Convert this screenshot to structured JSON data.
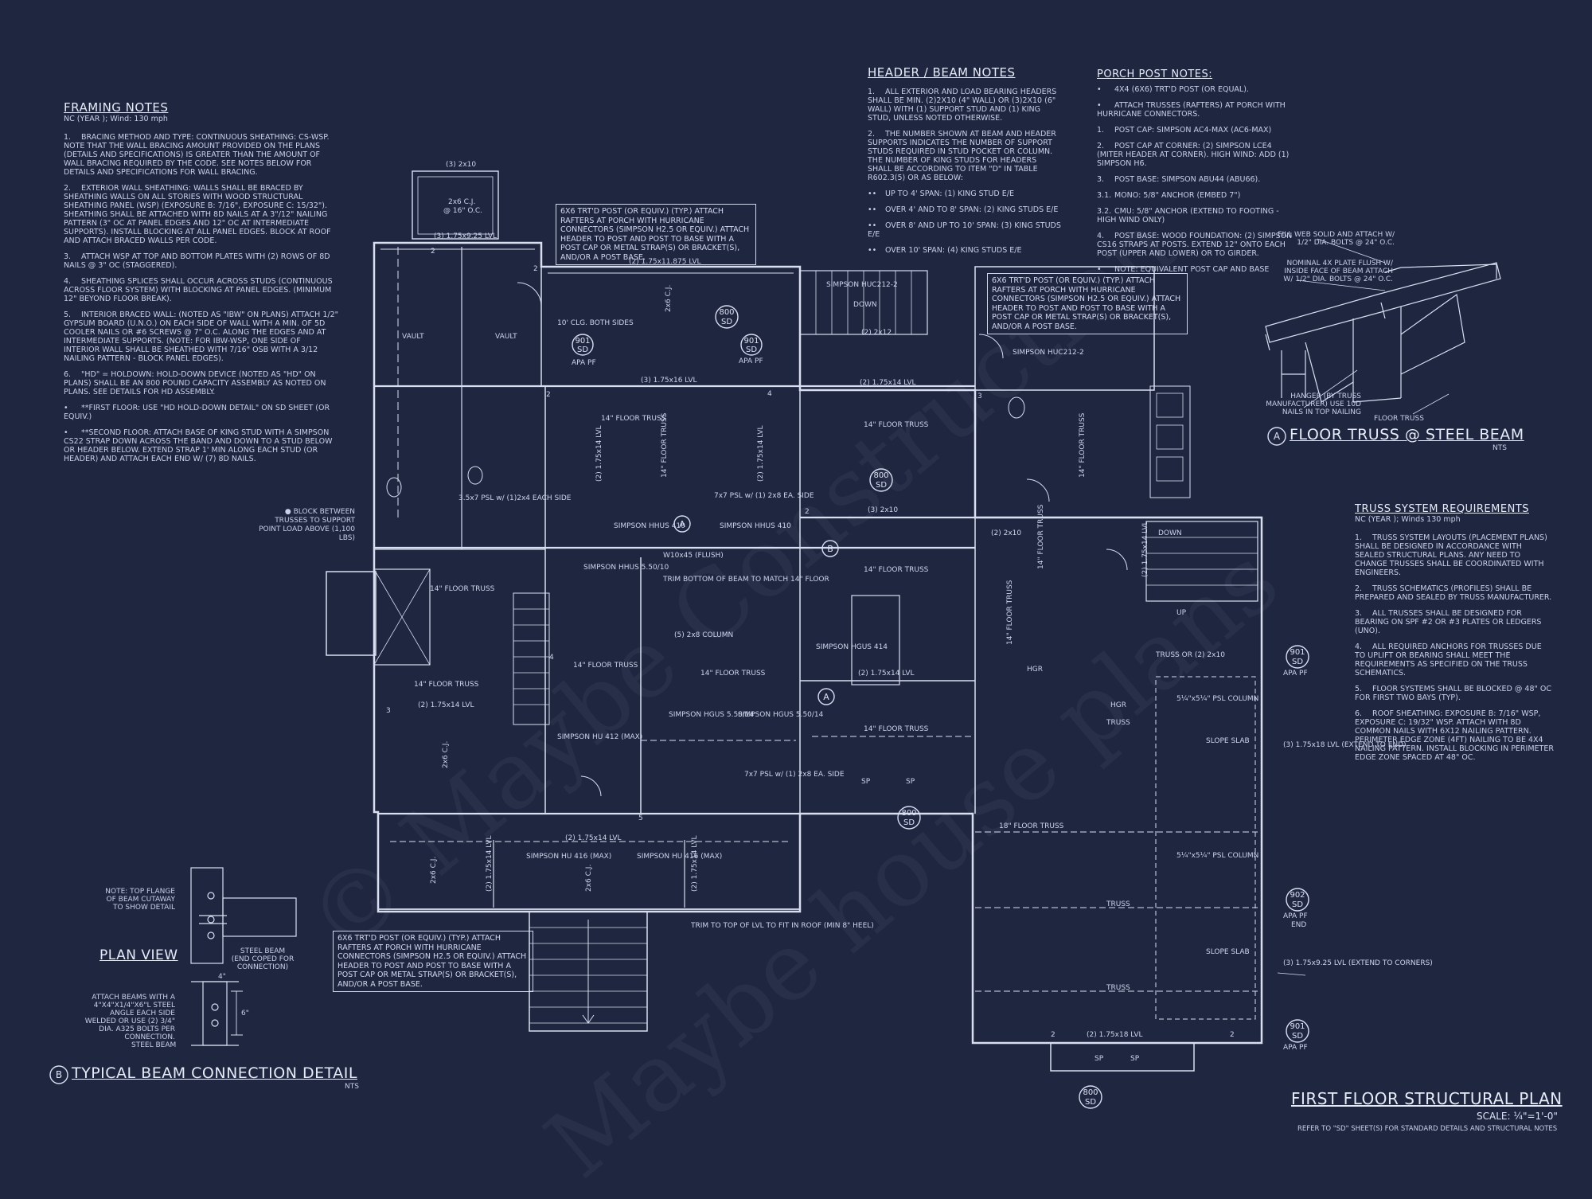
{
  "framing_notes": {
    "title": "FRAMING NOTES",
    "subtitle": "NC (YEAR ); Wind: 130 mph",
    "items": [
      {
        "n": "1.",
        "text": "BRACING METHOD AND TYPE: CONTINUOUS SHEATHING: CS-WSP. NOTE THAT THE WALL BRACING AMOUNT PROVIDED ON THE PLANS (DETAILS AND SPECIFICATIONS) IS GREATER THAN THE AMOUNT OF WALL BRACING REQUIRED BY THE CODE. SEE NOTES BELOW FOR DETAILS AND SPECIFICATIONS FOR WALL BRACING."
      },
      {
        "n": "2.",
        "text": "EXTERIOR WALL SHEATHING: WALLS SHALL BE BRACED BY SHEATHING WALLS ON ALL STORIES WITH WOOD STRUCTURAL SHEATHING PANEL (WSP) (EXPOSURE B: 7/16\", EXPOSURE C: 15/32\"). SHEATHING SHALL BE ATTACHED WITH 8d NAILS AT A 3\"/12\" NAILING PATTERN (3\" OC AT PANEL EDGES AND 12\" OC AT INTERMEDIATE SUPPORTS). INSTALL BLOCKING AT ALL PANEL EDGES. BLOCK AT ROOF AND ATTACH BRACED WALLS PER CODE."
      },
      {
        "n": "3.",
        "text": "ATTACH WSP AT TOP AND BOTTOM PLATES WITH (2) ROWS OF 8d NAILS @ 3\" OC (STAGGERED)."
      },
      {
        "n": "4.",
        "text": "SHEATHING SPLICES SHALL OCCUR ACROSS STUDS (CONTINUOUS ACROSS FLOOR SYSTEM) WITH BLOCKING AT PANEL EDGES. (MINIMUM 12\" BEYOND FLOOR BREAK)."
      },
      {
        "n": "5.",
        "text": "INTERIOR BRACED WALL: (NOTED AS \"IBW\" ON PLANS) ATTACH 1/2\" GYPSUM BOARD (U.N.O.) ON EACH SIDE OF WALL WITH A MIN. OF 5d COOLER NAILS OR #6 SCREWS @ 7\" O.C. ALONG THE EDGES AND AT INTERMEDIATE SUPPORTS. (NOTE: FOR IBW-WSP, ONE SIDE OF INTERIOR WALL SHALL BE SHEATHED WITH 7/16\" OSB WITH A 3/12 NAILING PATTERN - BLOCK PANEL EDGES)."
      },
      {
        "n": "6.",
        "text": "\"HD\" = HOLDOWN: HOLD-DOWN DEVICE (NOTED AS \"HD\" ON PLANS) SHALL BE AN 800 POUND CAPACITY ASSEMBLY AS NOTED ON PLANS. SEE DETAILS FOR HD ASSEMBLY."
      },
      {
        "n": "•",
        "text": "**FIRST FLOOR: USE \"HD HOLD-DOWN DETAIL\" ON SD SHEET (OR EQUIV.)"
      },
      {
        "n": "•",
        "text": "**SECOND FLOOR: ATTACH BASE OF KING STUD WITH A SIMPSON CS22 STRAP DOWN ACROSS THE BAND AND DOWN TO A STUD BELOW OR HEADER BELOW. EXTEND STRAP 1' MIN ALONG EACH STUD (OR HEADER) AND ATTACH EACH END W/ (7) 8d NAILS."
      }
    ]
  },
  "header_notes": {
    "title": "HEADER / BEAM NOTES",
    "items": [
      {
        "n": "1.",
        "text": "ALL EXTERIOR AND LOAD BEARING HEADERS SHALL BE MIN. (2)2x10 (4\" WALL) OR (3)2x10 (6\" WALL) WITH (1) SUPPORT STUD AND (1) KING STUD, UNLESS NOTED OTHERWISE."
      },
      {
        "n": "2.",
        "text": "THE NUMBER SHOWN AT BEAM AND HEADER SUPPORTS INDICATES THE NUMBER OF SUPPORT STUDS REQUIRED IN STUD POCKET OR COLUMN. THE NUMBER OF KING STUDS FOR HEADERS SHALL BE ACCORDING TO ITEM \"d\" IN TABLE R602.3(5) OR AS BELOW:"
      },
      {
        "n": "••",
        "text": "UP TO 4' SPAN: (1) KING STUD E/E"
      },
      {
        "n": "••",
        "text": "OVER 4' AND TO 8' SPAN: (2) KING STUDS E/E"
      },
      {
        "n": "••",
        "text": "OVER 8' AND UP TO 10' SPAN: (3) KING STUDS E/E"
      },
      {
        "n": "••",
        "text": "OVER 10' SPAN: (4) KING STUDS E/E"
      }
    ]
  },
  "porch_notes": {
    "title": "PORCH POST NOTES:",
    "items": [
      {
        "n": "•",
        "text": "4X4 (6x6) TRT'D POST (OR EQUAL)."
      },
      {
        "n": "•",
        "text": "ATTACH TRUSSES (RAFTERS) AT PORCH WITH HURRICANE CONNECTORS."
      },
      {
        "n": "1.",
        "text": "POST CAP: SIMPSON AC4-MAX (AC6-MAX)"
      },
      {
        "n": "2.",
        "text": "POST CAP AT CORNER: (2) SIMPSON LCE4 (MITER HEADER AT CORNER). HIGH WIND: ADD (1) SIMPSON H6."
      },
      {
        "n": "3.",
        "text": "POST BASE: SIMPSON ABU44 (ABU66)."
      },
      {
        "n": "3.1.",
        "text": "MONO: 5/8\" ANCHOR (EMBED 7\")"
      },
      {
        "n": "3.2.",
        "text": "CMU: 5/8\" ANCHOR (EXTEND TO FOOTING - HIGH WIND ONLY)"
      },
      {
        "n": "4.",
        "text": "POST BASE: WOOD FOUNDATION: (2) SIMPSON CS16 STRAPS AT POSTS. EXTEND 12\" ONTO EACH POST (UPPER AND LOWER) OR TO GIRDER."
      },
      {
        "n": "•",
        "text": "NOTE: EQUIVALENT POST CAP AND BASE ACCEPTABLE."
      }
    ]
  },
  "truss_notes": {
    "title": "TRUSS SYSTEM REQUIREMENTS",
    "subtitle": "NC (YEAR ); Winds 130 mph",
    "items": [
      {
        "n": "1.",
        "text": "TRUSS SYSTEM LAYOUTS (PLACEMENT PLANS) SHALL BE DESIGNED IN ACCORDANCE WITH SEALED STRUCTURAL PLANS. ANY NEED TO CHANGE TRUSSES SHALL BE COORDINATED WITH ENGINEERS."
      },
      {
        "n": "2.",
        "text": "TRUSS SCHEMATICS (PROFILES) SHALL BE PREPARED AND SEALED BY TRUSS MANUFACTURER."
      },
      {
        "n": "3.",
        "text": "ALL TRUSSES SHALL BE DESIGNED FOR BEARING ON SPF #2 OR #3 PLATES OR LEDGERS (UNO)."
      },
      {
        "n": "4.",
        "text": "ALL REQUIRED ANCHORS FOR TRUSSES DUE TO UPLIFT OR BEARING SHALL MEET THE REQUIREMENTS AS SPECIFIED ON THE TRUSS SCHEMATICS."
      },
      {
        "n": "5.",
        "text": "FLOOR SYSTEMS SHALL BE BLOCKED @ 48\" OC FOR FIRST TWO BAYS (TYP)."
      },
      {
        "n": "6.",
        "text": "ROOF SHEATHING: EXPOSURE B: 7/16\" WSP, EXPOSURE C: 19/32\" WSP. ATTACH WITH 8d COMMON NAILS WITH 6x12 NAILING PATTERN. PERIMETER EDGE ZONE (4ft) NAILING TO BE 4x4 NAILING PATTERN. INSTALL BLOCKING IN PERIMETER EDGE ZONE SPACED AT 48\" OC."
      }
    ]
  },
  "callouts": {
    "porch_top": "6x6 TRT'D POST (OR EQUIV.) (TYP.) ATTACH RAFTERS AT PORCH WITH HURRICANE CONNECTORS (SIMPSON H2.5 OR EQUIV.) ATTACH HEADER TO POST AND POST TO BASE WITH A POST CAP OR METAL STRAP(S) OR BRACKET(S), AND/OR A POST BASE.",
    "porch_right": "6x6 TRT'D POST (OR EQUIV.) (TYP.) ATTACH RAFTERS AT PORCH WITH HURRICANE CONNECTORS (SIMPSON H2.5 OR EQUIV.) ATTACH HEADER TO POST AND POST TO BASE WITH A POST CAP OR METAL STRAP(S) OR BRACKET(S), AND/OR A POST BASE.",
    "porch_bottom": "6x6 TRT'D POST (OR EQUIV.) (TYP.) ATTACH RAFTERS AT PORCH WITH HURRICANE CONNECTORS (SIMPSON H2.5 OR EQUIV.) ATTACH HEADER TO POST AND POST TO BASE WITH A POST CAP OR METAL STRAP(S) OR BRACKET(S), AND/OR A POST BASE.",
    "block_between": "● BLOCK BETWEEN TRUSSES TO SUPPORT POINT LOAD ABOVE (1,100 lbs)"
  },
  "plan_labels": {
    "beam_3_2x10": "(3) 2x10",
    "cj_2x6": "2x6 C.J.",
    "oc16": "@ 16\" O.C.",
    "lvl_3_175x925": "(3) 1.75x9.25 LVL",
    "lvl_2_175x1875": "(2) 1.75x11.875 LVL",
    "lvl_3_175x16": "(3) 1.75x16 LVL",
    "lvl_2_175x14": "(2) 1.75x14 LVL",
    "vault": "VAULT",
    "clg": "10' CLG. BOTH SIDES",
    "floor_truss_14": "14\" FLOOR TRUSS",
    "floor_truss_18": "18\" FLOOR TRUSS",
    "truss": "TRUSS",
    "simpson_hus410": "SIMPSON HHUS 410",
    "simpson_hhus": "SIMPSON HHUS 5.50/10",
    "w10x45": "W10x45 (FLUSH)",
    "trim_bottom": "TRIM BOTTOM OF BEAM TO MATCH 14\" FLOOR",
    "column_2x8": "(5) 2x8 COLUMN",
    "psl_column": "5¼\"x5¼\" PSL COLUMN",
    "slope_slab": "SLOPE SLAB",
    "down": "DOWN",
    "up": "UP",
    "apa_pf": "APA PF",
    "lvl_2_175x18": "(2) 1.75x18 LVL",
    "lvl_3_175x18_ext": "(3) 1.75x18 LVL (EXTEND TO END)",
    "lvl_3_175x925_ext": "(3) 1.75x9.25 LVL (EXTEND TO CORNERS)",
    "trim_top": "TRIM TO TOP OF LVL TO FIT IN ROOF (MIN 8\" HEEL)",
    "simpson_hu416": "SIMPSON HU 416 (MAX)",
    "simpson_hu412": "SIMPSON HU 412 (MAX)",
    "simpson_hgus": "SIMPSON HGUS 5.50/14",
    "simpson_hgus414": "SIMPSON HGUS 414",
    "simpson_huc": "SIMPSON HUC212-2",
    "psl_7x7": "7x7 PSL w/ (1) 2x8 EA. SIDE",
    "psl_35": "3.5x7 PSL w/ (1)2x4 EACH SIDE",
    "hgr": "HGR",
    "sp": "SP",
    "truss_or_2x10": "TRUSS OR (2) 2x10",
    "beam_2_2x10": "(2) 2x10",
    "beam_2_2x12": "(2) 2x12",
    "beam_3_2x10b": "(3) 2x10",
    "tag_800": "800",
    "tag_901": "901",
    "tag_902": "902",
    "tag_sd": "SD",
    "end": "END",
    "tag_a": "A",
    "tag_b": "B",
    "n2": "2",
    "n3": "3",
    "n4": "4",
    "n5": "5"
  },
  "detail_truss": {
    "tag": "A",
    "title": "FLOOR TRUSS @ STEEL BEAM",
    "scale": "NTS",
    "lbl_fill": "FILL WEB SOLID AND ATTACH W/ 1/2\" DIA. BOLTS @ 24\" O.C.",
    "lbl_nominal": "NOMINAL 4x PLATE FLUSH W/ INSIDE FACE OF BEAM ATTACH W/ 1/2\" DIA. BOLTS @ 24\" O.C.",
    "lbl_hanger": "HANGER (BY TRUSS MANUFACTURER) USE 10d NAILS IN TOP NAILING",
    "lbl_floor_truss": "FLOOR TRUSS"
  },
  "detail_beam": {
    "tag": "B",
    "title": "TYPICAL BEAM CONNECTION DETAIL",
    "scale": "NTS",
    "plan_view": "PLAN VIEW",
    "lbl_note": "NOTE: TOP FLANGE OF BEAM CUTAWAY TO SHOW DETAIL",
    "lbl_steel_coped": "STEEL BEAM (END COPED FOR CONNECTION)",
    "lbl_attach": "ATTACH BEAMS WITH A 4\"x4\"x1/4\"x6\"L STEEL ANGLE EACH SIDE WELDED OR USE (2) 3/4\" DIA. A325 BOLTS PER CONNECTION.",
    "lbl_steel_beam": "STEEL BEAM",
    "dim_4": "4\"",
    "dim_6": "6\""
  },
  "title_block": {
    "title": "FIRST FLOOR STRUCTURAL PLAN",
    "scale": "SCALE: ¼\"=1'-0\"",
    "refer": "REFER TO \"SD\" SHEET(S) FOR STANDARD DETAILS AND STRUCTURAL NOTES"
  },
  "watermark": {
    "line1": "© Maybe Construction",
    "line2": "Maybe house plans"
  },
  "colors": {
    "background": "#1f2640",
    "linework": "#d8dff1"
  }
}
